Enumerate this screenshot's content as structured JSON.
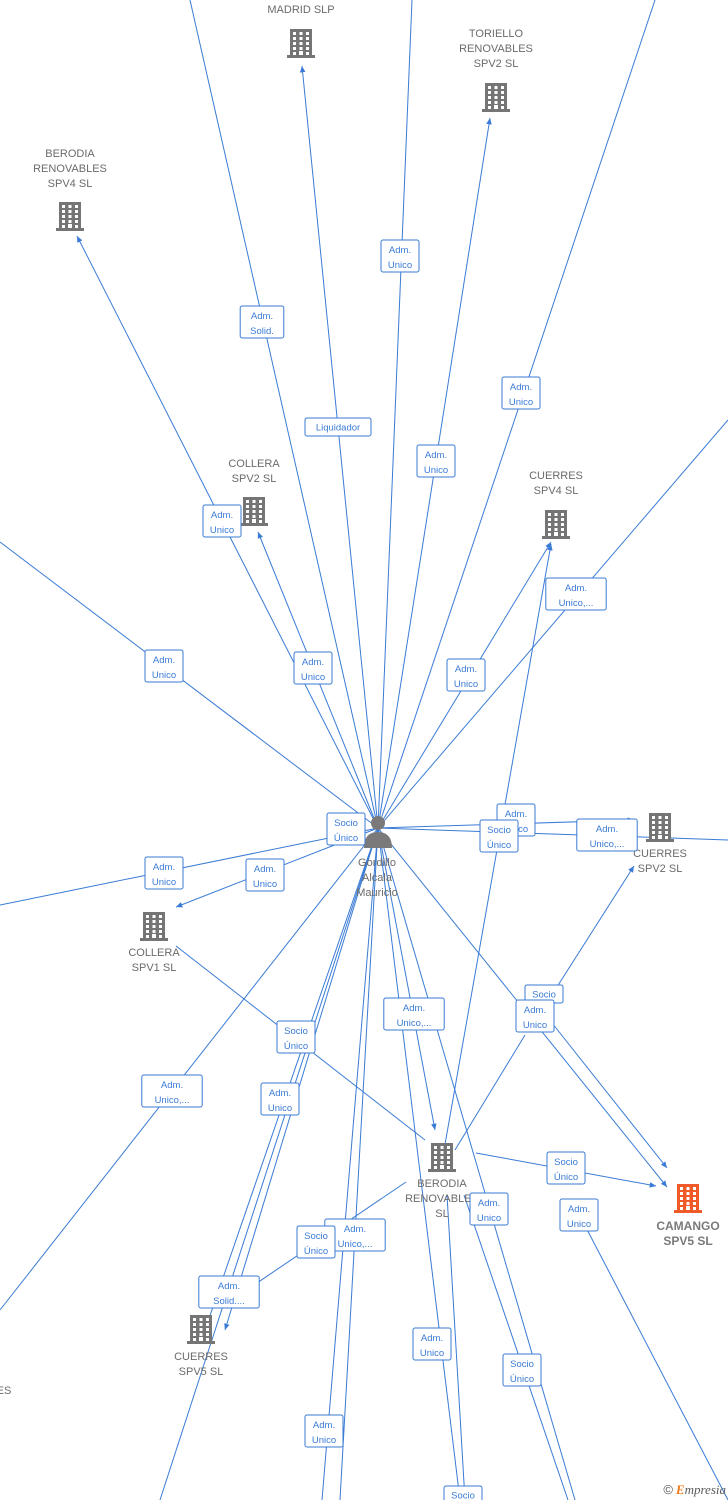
{
  "colors": {
    "edge": "#3a7bd5",
    "building": "#757575",
    "focus_building": "#f05a28",
    "label": "#6b6b6b"
  },
  "person": {
    "name_lines": [
      "Gordillo",
      "Alcala",
      "Mauricio"
    ],
    "icon": "person-icon"
  },
  "companies": [
    {
      "id": "madrid",
      "lines": [
        "MADRID  SLP"
      ],
      "icon": "building-icon",
      "focus": false
    },
    {
      "id": "toriello2",
      "lines": [
        "TORIELLO",
        "RENOVABLES",
        "SPV2  SL"
      ],
      "icon": "building-icon",
      "focus": false
    },
    {
      "id": "berodia4",
      "lines": [
        "BERODIA",
        "RENOVABLES",
        "SPV4  SL"
      ],
      "icon": "building-icon",
      "focus": false
    },
    {
      "id": "collera2",
      "lines": [
        "COLLERA",
        "SPV2  SL"
      ],
      "icon": "building-icon",
      "focus": false
    },
    {
      "id": "cuerres4",
      "lines": [
        "CUERRES",
        "SPV4  SL"
      ],
      "icon": "building-icon",
      "focus": false
    },
    {
      "id": "cuerres2",
      "lines": [
        "CUERRES",
        "SPV2  SL"
      ],
      "icon": "building-icon",
      "focus": false
    },
    {
      "id": "collera1",
      "lines": [
        "COLLERA",
        "SPV1  SL"
      ],
      "icon": "building-icon",
      "focus": false
    },
    {
      "id": "berodia",
      "lines": [
        "BERODIA",
        "RENOVABLES",
        "SL"
      ],
      "icon": "building-icon",
      "focus": false
    },
    {
      "id": "camango5",
      "lines": [
        "CAMANGO",
        "SPV5  SL"
      ],
      "icon": "building-icon",
      "focus": true
    },
    {
      "id": "cuerres5",
      "lines": [
        "CUERRES",
        "SPV5  SL"
      ],
      "icon": "building-icon",
      "focus": false
    },
    {
      "id": "partial_left",
      "lines": [
        "ES"
      ],
      "icon": "",
      "focus": false
    }
  ],
  "edge_labels": [
    {
      "lines": [
        "Adm.",
        "Unico"
      ]
    },
    {
      "lines": [
        "Adm.",
        "Solid."
      ]
    },
    {
      "lines": [
        "Liquidador"
      ]
    },
    {
      "lines": [
        "Adm.",
        "Unico"
      ]
    },
    {
      "lines": [
        "Adm.",
        "Unico"
      ]
    },
    {
      "lines": [
        "Adm.",
        "Unico"
      ]
    },
    {
      "lines": [
        "Adm.",
        "Unico,..."
      ]
    },
    {
      "lines": [
        "Adm.",
        "Unico"
      ]
    },
    {
      "lines": [
        "Adm.",
        "Unico"
      ]
    },
    {
      "lines": [
        "Adm.",
        "Unico"
      ]
    },
    {
      "lines": [
        "Socio",
        "Único"
      ]
    },
    {
      "lines": [
        "Adm.",
        "Unico"
      ]
    },
    {
      "lines": [
        "Socio",
        "Único"
      ]
    },
    {
      "lines": [
        "Adm.",
        "Unico,..."
      ]
    },
    {
      "lines": [
        "Adm.",
        "Unico"
      ]
    },
    {
      "lines": [
        "Adm.",
        "Unico"
      ]
    },
    {
      "lines": [
        "Socio"
      ]
    },
    {
      "lines": [
        "Adm.",
        "Unico"
      ]
    },
    {
      "lines": [
        "Adm.",
        "Unico,..."
      ]
    },
    {
      "lines": [
        "Socio",
        "Único"
      ]
    },
    {
      "lines": [
        "Adm.",
        "Unico,..."
      ]
    },
    {
      "lines": [
        "Adm.",
        "Unico"
      ]
    },
    {
      "lines": [
        "Socio",
        "Único"
      ]
    },
    {
      "lines": [
        "Adm.",
        "Unico"
      ]
    },
    {
      "lines": [
        "Adm.",
        "Unico,..."
      ]
    },
    {
      "lines": [
        "Adm.",
        "Unico"
      ]
    },
    {
      "lines": [
        "Socio",
        "Único"
      ]
    },
    {
      "lines": [
        "Adm.",
        "Solid...."
      ]
    },
    {
      "lines": [
        "Adm.",
        "Unico"
      ]
    },
    {
      "lines": [
        "Socio",
        "Único"
      ]
    },
    {
      "lines": [
        "Adm.",
        "Unico"
      ]
    },
    {
      "lines": [
        "Socio"
      ]
    }
  ],
  "watermark": {
    "copyright": "©",
    "brand_initial": "E",
    "brand_rest": "mpresia"
  }
}
